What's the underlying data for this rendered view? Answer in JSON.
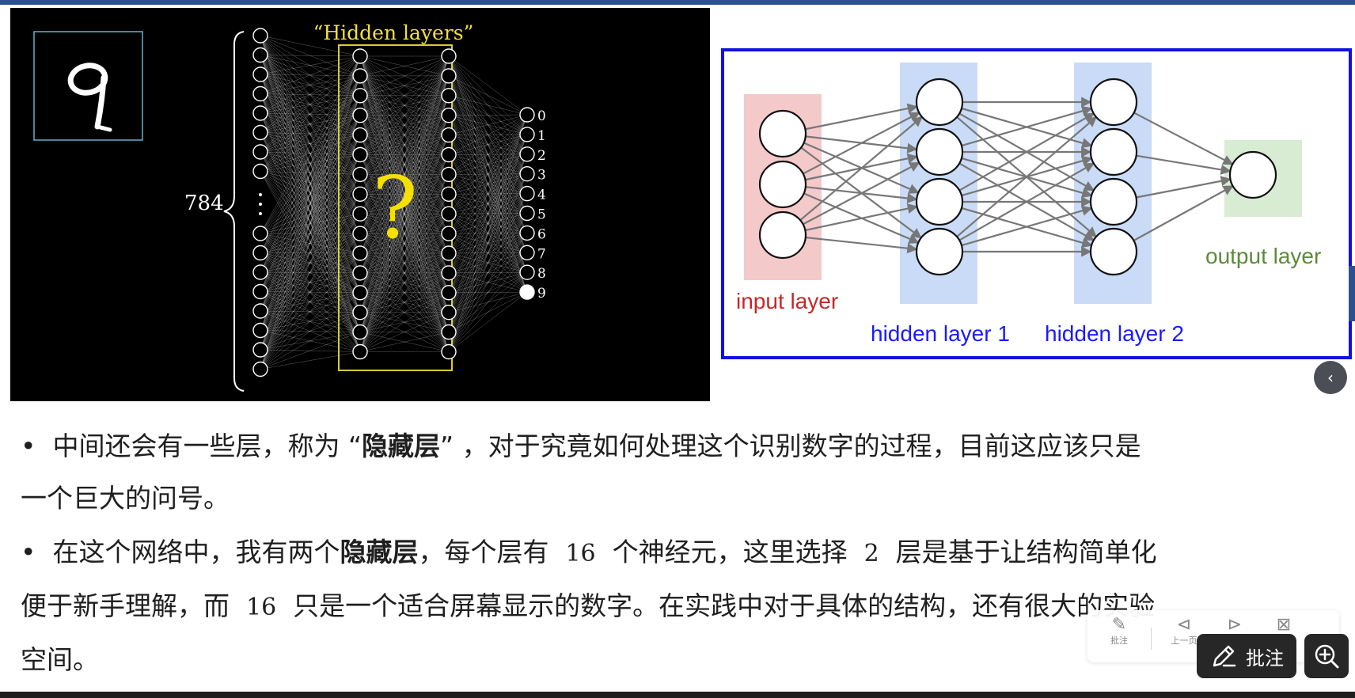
{
  "left_figure": {
    "hidden_title": "“Hidden layers”",
    "input_count": "784",
    "question_mark": "?",
    "output_labels": [
      "0",
      "1",
      "2",
      "3",
      "4",
      "5",
      "6",
      "7",
      "8",
      "9"
    ],
    "active_output": 9,
    "digit_thumbnail": "9"
  },
  "right_figure": {
    "input_label": "input layer",
    "hidden1_label": "hidden layer 1",
    "hidden2_label": "hidden layer 2",
    "output_label": "output layer",
    "colors": {
      "input_band": "#f4c9ca",
      "hidden_band": "#c9dbf6",
      "output_band": "#d7ecd2",
      "input_text": "#c62828",
      "hidden_text": "#1a1aff",
      "output_text": "#5c8a3a",
      "border": "#1010e0"
    }
  },
  "paragraph": {
    "bullet": "•",
    "b1_part1": "中间还会有一些层，称为 “",
    "b1_bold": "隐藏层",
    "b1_part2": "” ，对于究竟如何处理这个识别数字的过程，目前这应该只是",
    "b1_line2": "一个巨大的问号。",
    "b2_part1": "在这个网络中，我有两个",
    "b2_bold": "隐藏层",
    "b2_part2": "，每个层有",
    "b2_num1": "16",
    "b2_part3": "个神经元，这里选择",
    "b2_num2": "2",
    "b2_part4": "层是基于让结构简单化",
    "b2_line2_a": "便于新手理解，而",
    "b2_line2_num": "16",
    "b2_line2_b": "只是一个适合屏幕显示的数字。在实践中对于具体的结构，还有很大的实验",
    "b2_line3": "空间。"
  },
  "toolbar": {
    "annotate_small": "批注",
    "prev": "上一页",
    "next_icon": "next-page-icon",
    "close_icon": "close-icon",
    "annotate_button": "批注"
  },
  "accent": "#2c4f8f"
}
